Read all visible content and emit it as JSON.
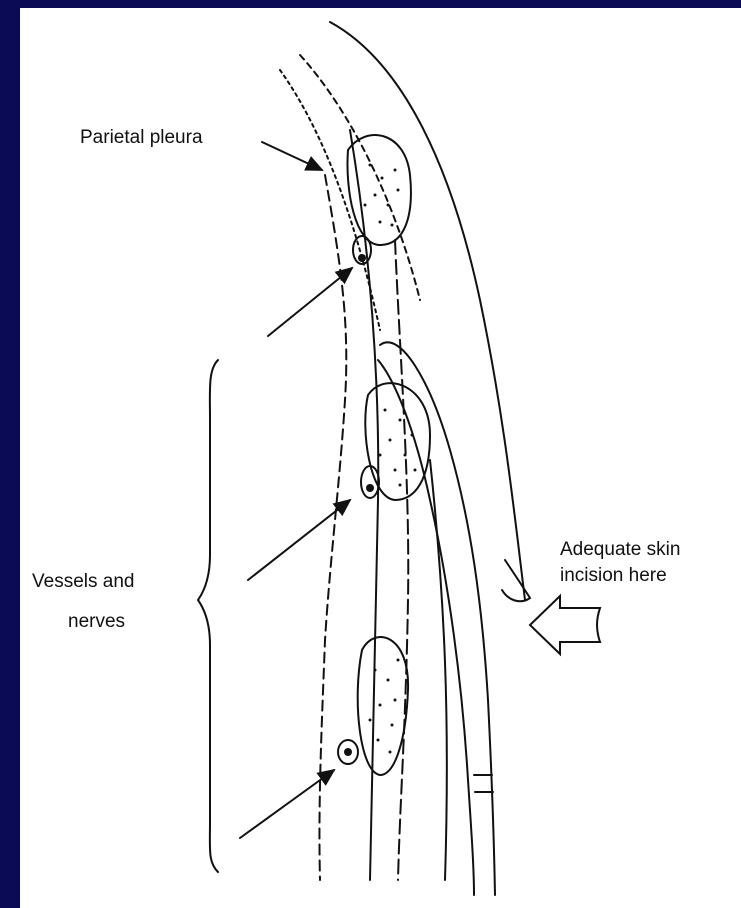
{
  "labels": {
    "parietal_pleura": "Parietal pleura",
    "vessels_line1": "Vessels and",
    "vessels_line2": "nerves",
    "skin_line1": "Adequate skin",
    "skin_line2": "incision here"
  },
  "colors": {
    "frame": "#0a0a55",
    "paper": "#ffffff",
    "ink": "#111111"
  }
}
